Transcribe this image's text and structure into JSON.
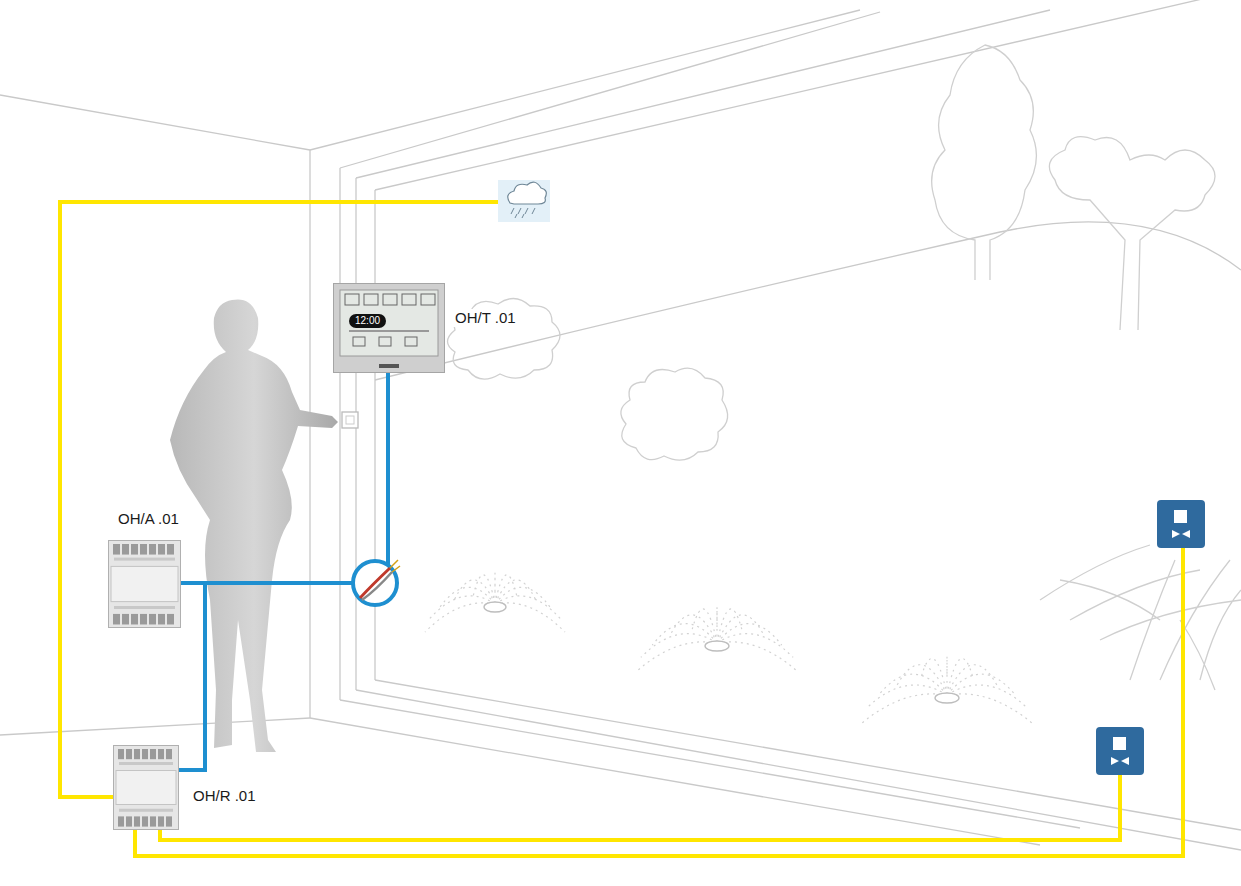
{
  "diagram": {
    "nodes": [
      {
        "text": [
          "OH/T .01"
        ]
      },
      {
        "text": [
          "OH/A .01"
        ]
      },
      {
        "text": [
          "OH/R .01"
        ]
      }
    ],
    "edges": [
      {
        "from": 0,
        "to": 1,
        "arrow": "none"
      },
      {
        "from": 0,
        "to": 2,
        "arrow": "none"
      },
      {
        "from": 1,
        "to": 2,
        "arrow": "none"
      }
    ],
    "labels": [
      "12:00"
    ]
  }
}
